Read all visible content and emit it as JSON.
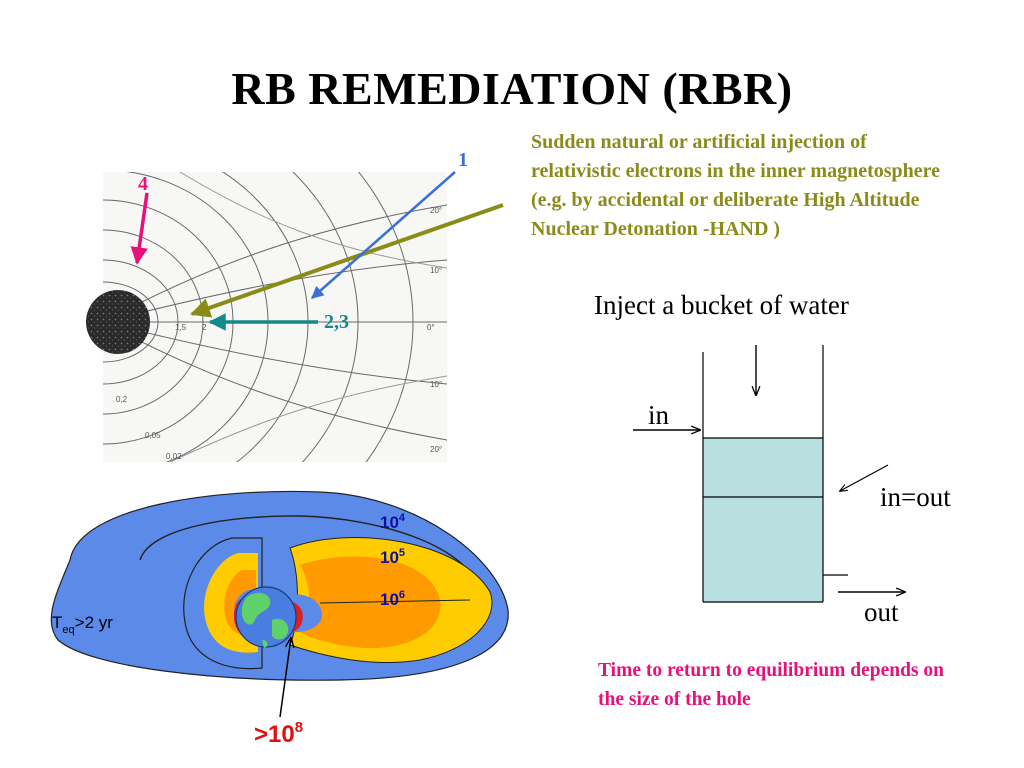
{
  "title": "RB REMEDIATION (RBR)",
  "injection_note": "Sudden natural or artificial injection of relativistic electrons in the inner magnetosphere (e.g. by accidental or deliberate High Altitude Nuclear Detonation -HAND )",
  "field_map": {
    "arrow_labels": {
      "one": "1",
      "two_three": "2,3",
      "four": "4"
    },
    "scale_labels": [
      "20°",
      "10°",
      "0°",
      "10°",
      "20°",
      "0,2",
      "0,05",
      "0,02",
      "1,5",
      "2"
    ]
  },
  "belts": {
    "flux_labels": {
      "f4_base": "10",
      "f4_exp": "4",
      "f5_base": "10",
      "f5_exp": "5",
      "f6_base": "10",
      "f6_exp": "6",
      "f8_prefix": ">10",
      "f8_exp": "8"
    },
    "teq": {
      "t": "T",
      "sub": "eq",
      "rest": ">2 yr"
    }
  },
  "bucket": {
    "heading": "Inject a bucket of water",
    "in_label": "in",
    "in_out_label": "in=out",
    "out_label": "out"
  },
  "equilibrium_note": "Time to return to equilibrium depends on the size of the hole",
  "colors": {
    "olive": "#8b8b1a",
    "blue": "#3a6fd8",
    "teal": "#138a8a",
    "pink": "#e8107a",
    "belt_blue": "#5b8ae8",
    "belt_yellow": "#ffcc00",
    "belt_orange": "#ff9a00",
    "belt_red": "#e02020",
    "water": "#b8e0e0",
    "flux_blue": "#1010a0",
    "flux_red": "#e01010"
  }
}
